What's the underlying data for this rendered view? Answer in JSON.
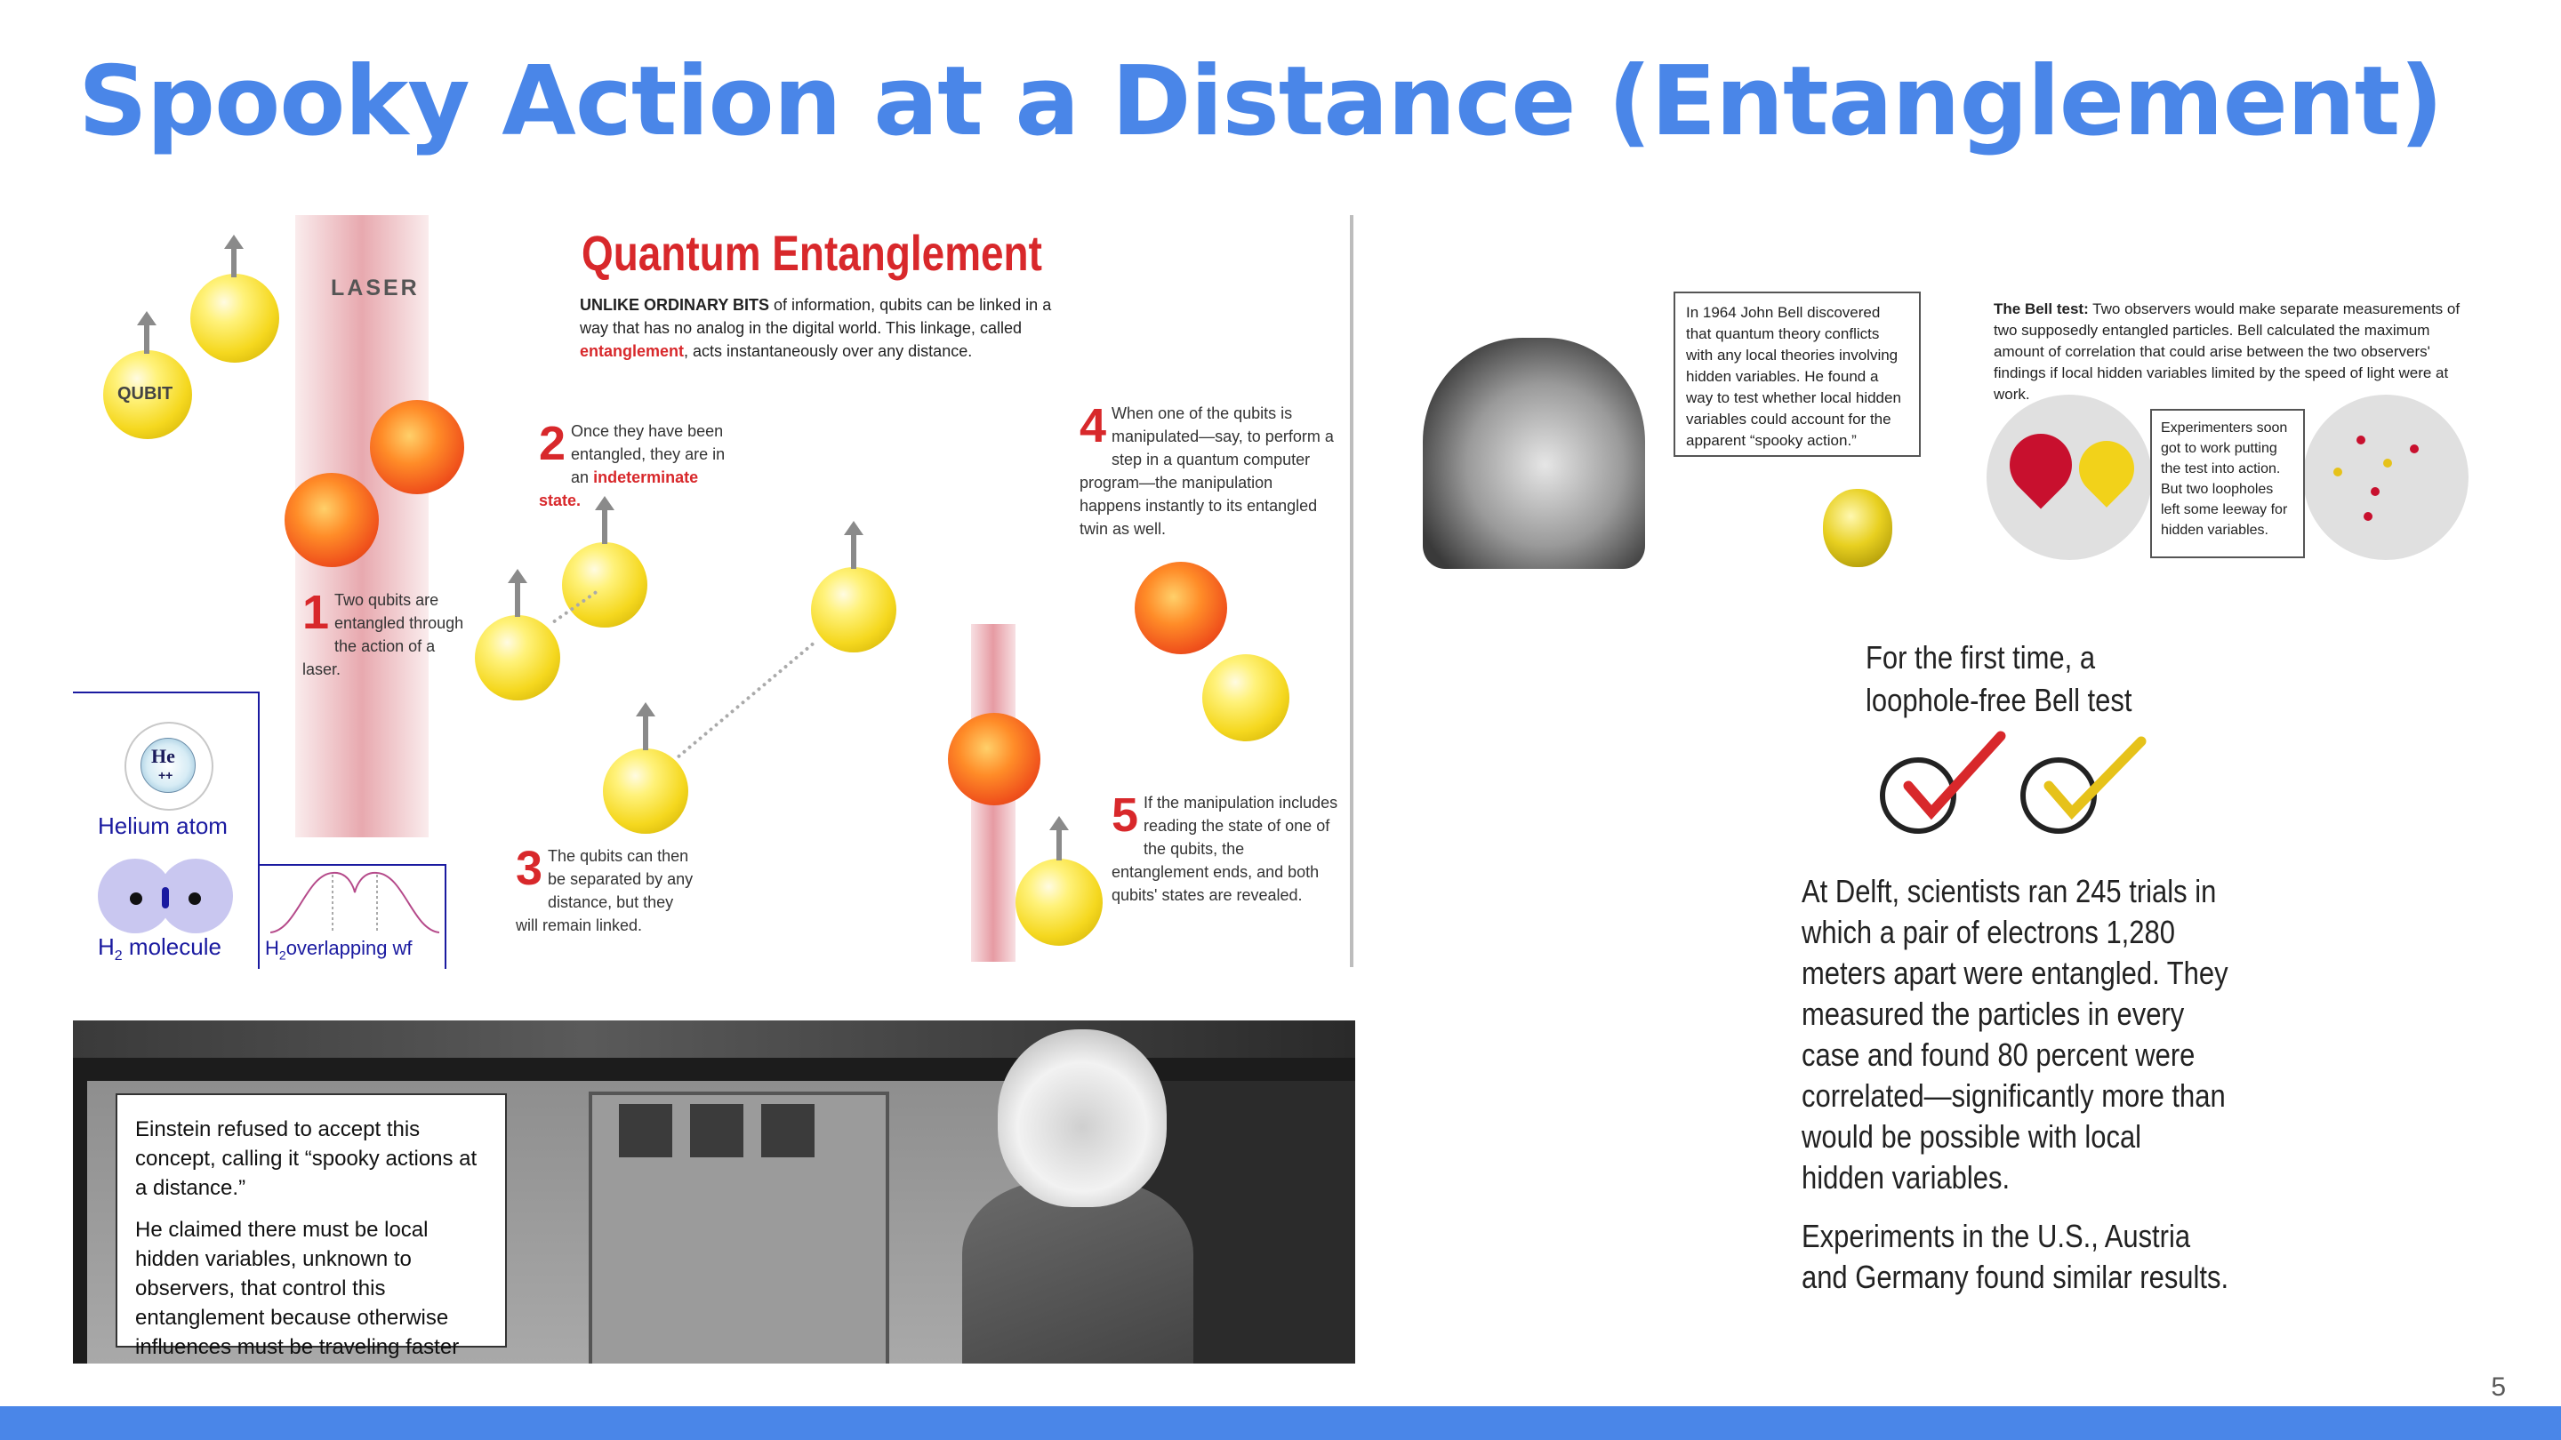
{
  "slide": {
    "title": "Spooky Action at a Distance (Entanglement)",
    "page_number": "5",
    "accent_color": "#4a86e8"
  },
  "quantum_infographic": {
    "title": "Quantum Entanglement",
    "laser_label": "LASER",
    "qubit_label": "QUBIT",
    "intro_lead": "UNLIKE ORDINARY BITS",
    "intro_text": " of information, qubits can be linked in a way that has no analog in the digital world. This linkage, called ",
    "intro_red": "entanglement",
    "intro_tail": ", acts instantaneously over any distance.",
    "steps": [
      {
        "num": "1",
        "text": "Two qubits are entangled through the action of a laser.",
        "red": ""
      },
      {
        "num": "2",
        "text": "Once they have been entangled, they are in an ",
        "red": "indeterminate state."
      },
      {
        "num": "3",
        "text": "The qubits can then be separated by any distance, but they will remain linked.",
        "red": ""
      },
      {
        "num": "4",
        "text": "When one of the qubits is manipulated—say, to perform a step in a quantum computer program—the manipulation happens instantly to its entangled twin as well.",
        "red": ""
      },
      {
        "num": "5",
        "text": "If the manipulation includes reading the state of one of the qubits, the entanglement ends, and both qubits' states are revealed.",
        "red": ""
      }
    ],
    "highlight_color": "#d8282b"
  },
  "helium_inset": {
    "atom_symbol": "He",
    "atom_charge": "++",
    "helium_label": "Helium atom",
    "h2_label_main": "H",
    "h2_label_sub": "2",
    "h2_label_rest": " molecule",
    "wf_label_main": "H",
    "wf_label_sub": "2",
    "wf_label_rest": "overlapping  wf",
    "inset_color": "#1a1aa0"
  },
  "einstein_comic": {
    "paragraph1": "Einstein refused to accept this concept, calling it “spooky actions at a distance.”",
    "paragraph2": "He claimed there must be local hidden variables, unknown to observers, that control this entanglement because otherwise influences must be traveling faster than light."
  },
  "bell_panel": {
    "quote": "In 1964 John Bell discovered that quantum theory conflicts with any local theories involving hidden variables. He found a way to test whether local hidden variables could account for the apparent “spooky action.”",
    "bell_test_lead": "The Bell test:",
    "bell_test_text": " Two observers would make separate measurements of two supposedly entangled particles. Bell calculated the maximum amount of correlation that could arise between the two observers' findings if local hidden variables limited by the speed of light were at work.",
    "experimenters_text": "Experimenters soon got to work putting the test into action. But two loopholes left some leeway for hidden variables."
  },
  "delft_panel": {
    "heading": "For the first time, a loophole-free Bell test",
    "body1": "At Delft, scientists ran 245 trials in which a pair of electrons 1,280 meters apart were entangled. They measured the particles in every case and found 80 percent were correlated—significantly more than would be possible with local hidden variables.",
    "body2": "Experiments in the U.S., Austria and Germany found similar results.",
    "check_colors": [
      "#d8282b",
      "#e6c21a"
    ]
  }
}
